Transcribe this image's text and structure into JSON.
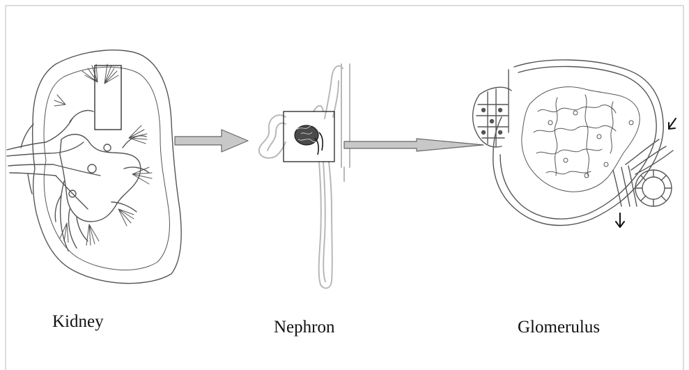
{
  "labels": {
    "kidney": "Kidney",
    "nephron": "Nephron",
    "glomerulus": "Glomerulus"
  },
  "colors": {
    "line": "#555555",
    "frame": "#b9b9b9",
    "arrow_fill": "#c8c8c8",
    "arrow_stroke": "#666666",
    "ink": "#111111"
  },
  "icons": {
    "kidney": "kidney-icon",
    "nephron": "nephron-icon",
    "glomerulus": "glomerulus-icon"
  }
}
